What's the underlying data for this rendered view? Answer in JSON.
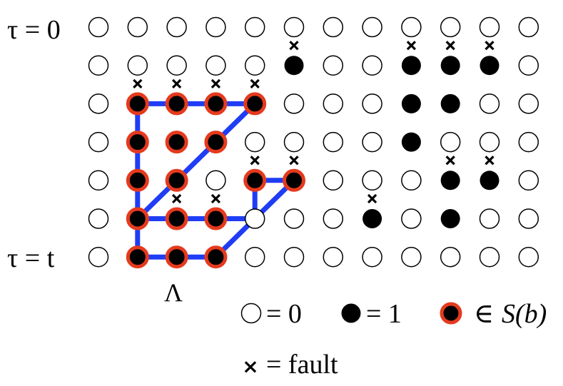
{
  "labels": {
    "tau_top": "τ = 0",
    "tau_bottom": "τ = t",
    "lambda": "Λ"
  },
  "legend": {
    "zero": "= 0",
    "one": "= 1",
    "in_set_symbol": "∈",
    "in_set_name": "S(b)",
    "fault_mark": "×",
    "fault_text": "= fault"
  },
  "grid": {
    "columns": 12,
    "rows": 7,
    "ones": [
      [
        1,
        5
      ],
      [
        1,
        8
      ],
      [
        1,
        9
      ],
      [
        1,
        10
      ],
      [
        2,
        8
      ],
      [
        2,
        9
      ],
      [
        3,
        8
      ],
      [
        4,
        9
      ],
      [
        4,
        10
      ],
      [
        5,
        7
      ],
      [
        5,
        9
      ]
    ],
    "in_set": [
      [
        2,
        1
      ],
      [
        2,
        2
      ],
      [
        2,
        3
      ],
      [
        2,
        4
      ],
      [
        3,
        1
      ],
      [
        3,
        2
      ],
      [
        3,
        3
      ],
      [
        4,
        1
      ],
      [
        4,
        2
      ],
      [
        4,
        4
      ],
      [
        4,
        5
      ],
      [
        5,
        1
      ],
      [
        5,
        2
      ],
      [
        5,
        3
      ],
      [
        6,
        1
      ],
      [
        6,
        2
      ],
      [
        6,
        3
      ]
    ],
    "faults": [
      [
        1,
        5
      ],
      [
        1,
        8
      ],
      [
        1,
        9
      ],
      [
        1,
        10
      ],
      [
        2,
        1
      ],
      [
        2,
        2
      ],
      [
        2,
        3
      ],
      [
        2,
        4
      ],
      [
        4,
        4
      ],
      [
        4,
        5
      ],
      [
        4,
        9
      ],
      [
        4,
        10
      ],
      [
        5,
        2
      ],
      [
        5,
        3
      ],
      [
        5,
        7
      ]
    ],
    "edges": [
      [
        [
          2,
          1
        ],
        [
          2,
          4
        ]
      ],
      [
        [
          2,
          1
        ],
        [
          6,
          1
        ]
      ],
      [
        [
          6,
          1
        ],
        [
          6,
          3
        ]
      ],
      [
        [
          5,
          1
        ],
        [
          5,
          3
        ]
      ],
      [
        [
          4,
          4
        ],
        [
          4,
          5
        ]
      ],
      [
        [
          4,
          4
        ],
        [
          5,
          4
        ]
      ],
      [
        [
          5,
          3
        ],
        [
          5,
          4
        ]
      ],
      [
        [
          5,
          1
        ],
        [
          2,
          4
        ]
      ],
      [
        [
          6,
          3
        ],
        [
          4,
          5
        ]
      ]
    ]
  },
  "colors": {
    "edge": "#1f3df5",
    "ring": "#e53a1e",
    "fill": "#000000",
    "empty_stroke": "#000000"
  }
}
